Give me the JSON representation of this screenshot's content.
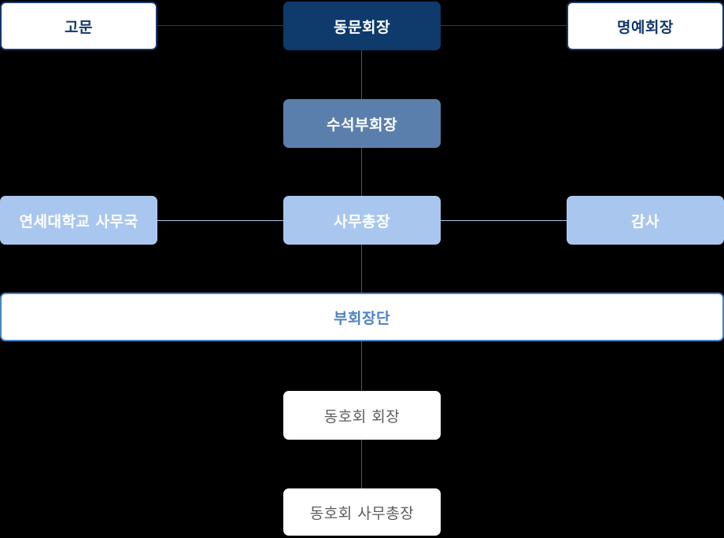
{
  "org_chart": {
    "nodes": {
      "advisor": {
        "label": "고문"
      },
      "president": {
        "label": "동문회장"
      },
      "honorary_president": {
        "label": "명예회장"
      },
      "senior_vice_president": {
        "label": "수석부회장"
      },
      "yonsei_office": {
        "label": "연세대학교 사무국"
      },
      "secretary_general": {
        "label": "사무총장"
      },
      "auditor": {
        "label": "감사"
      },
      "vice_presidents": {
        "label": "부회장단"
      },
      "club_president": {
        "label": "동호회 회장"
      },
      "club_secretary_general": {
        "label": "동호회 사무총장"
      }
    },
    "colors": {
      "background": "#000000",
      "navy_fill": "#0e3a6c",
      "navy_border_text": "#14386b",
      "steel_blue_fill": "#5b7fad",
      "light_blue_fill": "#a9c7ee",
      "accent_blue_border_text": "#4d82c6",
      "gray_text": "#5d5d5d",
      "navy_line": "#1c4078",
      "light_blue_line": "#a9c7ee",
      "gray_line": "#555555",
      "box_white": "#ffffff"
    }
  }
}
